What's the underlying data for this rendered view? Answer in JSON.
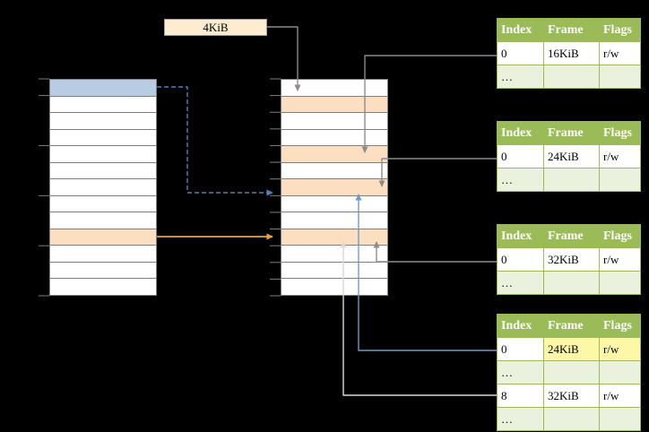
{
  "size_label": {
    "text": "4KiB"
  },
  "left_stack": {
    "rows": 13,
    "blue_rows": [
      0
    ],
    "orange_rows": [
      9
    ]
  },
  "middle_stack": {
    "rows": 13,
    "orange_rows": [
      1,
      4,
      6,
      9
    ]
  },
  "page_tables": [
    {
      "headers": [
        "Index",
        "Frame",
        "Flags"
      ],
      "rows": [
        {
          "cells": [
            "0",
            "16KiB",
            "r/w"
          ]
        },
        {
          "cells": [
            "…",
            "",
            ""
          ]
        }
      ]
    },
    {
      "headers": [
        "Index",
        "Frame",
        "Flags"
      ],
      "rows": [
        {
          "cells": [
            "0",
            "24KiB",
            "r/w"
          ]
        },
        {
          "cells": [
            "…",
            "",
            ""
          ]
        }
      ]
    },
    {
      "headers": [
        "Index",
        "Frame",
        "Flags"
      ],
      "rows": [
        {
          "cells": [
            "0",
            "32KiB",
            "r/w"
          ]
        },
        {
          "cells": [
            "…",
            "",
            ""
          ]
        }
      ]
    },
    {
      "headers": [
        "Index",
        "Frame",
        "Flags"
      ],
      "rows": [
        {
          "cells": [
            "0",
            "24KiB",
            "r/w"
          ],
          "hl": [
            1,
            2
          ]
        },
        {
          "cells": [
            "…",
            "",
            ""
          ]
        },
        {
          "cells": [
            "8",
            "32KiB",
            "r/w"
          ]
        },
        {
          "cells": [
            "…",
            "",
            ""
          ]
        }
      ]
    }
  ],
  "colors": {
    "table_header_bg": "#9bbb59",
    "table_border": "#9bbb59",
    "row_alt_bg": "#eaf1dd",
    "highlight_bg": "#fdf7a8",
    "blue_row": "#b8cce4",
    "orange_row": "#fbdfc0",
    "box_bg": "#fdeccf",
    "stack_border": "#7f7f7f",
    "arrow_gray": "#8c8c8c",
    "arrow_blue_dashed": "#4f81bd",
    "arrow_blue": "#6b9bd2",
    "arrow_orange": "#e8a33d",
    "arrow_light": "#d9d9d9"
  }
}
